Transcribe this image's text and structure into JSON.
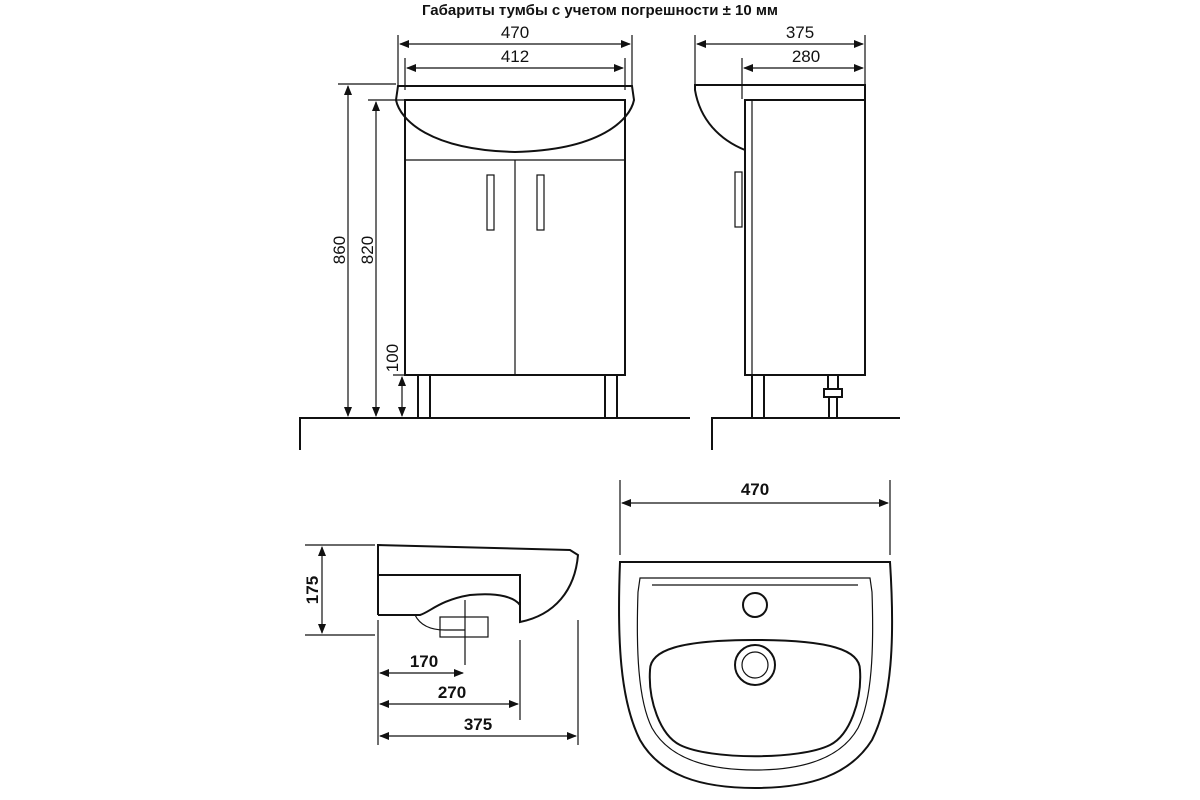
{
  "title": "Габариты тумбы с учетом погрешности ± 10 мм",
  "front_view": {
    "width_overall": "470",
    "width_inner": "412",
    "height_overall": "860",
    "height_body": "820",
    "leg_height": "100"
  },
  "side_view": {
    "depth_overall": "375",
    "depth_body": "280"
  },
  "basin_side": {
    "height": "175",
    "drain_offset": "170",
    "bowl_depth": "270",
    "depth_overall": "375"
  },
  "basin_top": {
    "width": "470"
  }
}
